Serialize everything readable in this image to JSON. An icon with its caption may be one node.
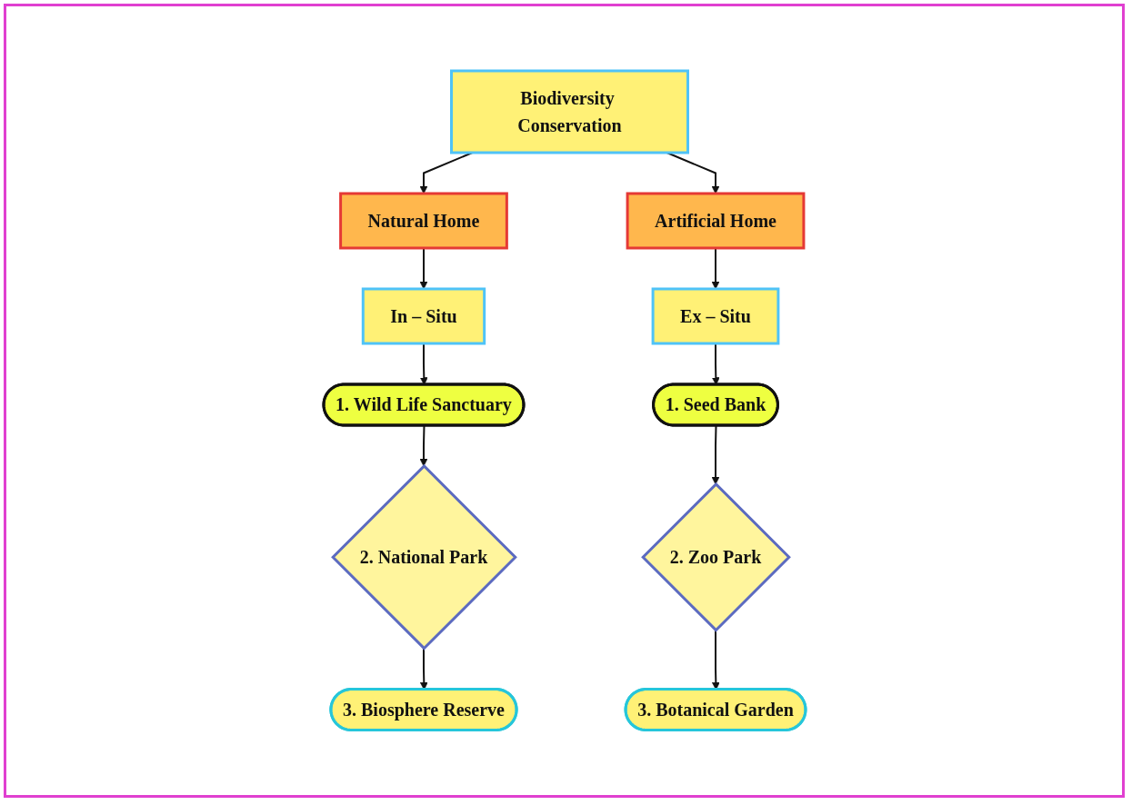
{
  "diagram": {
    "nodes": [
      {
        "text": [
          "Biodiversity Conservation"
        ]
      },
      {
        "text": [
          "Natural Home"
        ]
      },
      {
        "text": [
          "Artificial Home"
        ]
      },
      {
        "text": [
          "In – Situ"
        ]
      },
      {
        "text": [
          "Ex – Situ"
        ]
      },
      {
        "text": [
          "1. Wild Life Sanctuary"
        ]
      },
      {
        "text": [
          "1. Seed Bank"
        ]
      },
      {
        "text": [
          "2. National Park"
        ]
      },
      {
        "text": [
          "2. Zoo Park"
        ]
      },
      {
        "text": [
          "3. Biosphere Reserve"
        ]
      },
      {
        "text": [
          "3. Botanical Garden"
        ]
      }
    ],
    "edges": [
      {
        "from": 0,
        "to": 1,
        "arrow": "to"
      },
      {
        "from": 0,
        "to": 2,
        "arrow": "to"
      },
      {
        "from": 1,
        "to": 3,
        "arrow": "to"
      },
      {
        "from": 2,
        "to": 4,
        "arrow": "to"
      },
      {
        "from": 3,
        "to": 5,
        "arrow": "to"
      },
      {
        "from": 4,
        "to": 6,
        "arrow": "to"
      },
      {
        "from": 5,
        "to": 7,
        "arrow": "to"
      },
      {
        "from": 6,
        "to": 8,
        "arrow": "to"
      },
      {
        "from": 7,
        "to": 9,
        "arrow": "to"
      },
      {
        "from": 8,
        "to": 10,
        "arrow": "to"
      }
    ]
  }
}
